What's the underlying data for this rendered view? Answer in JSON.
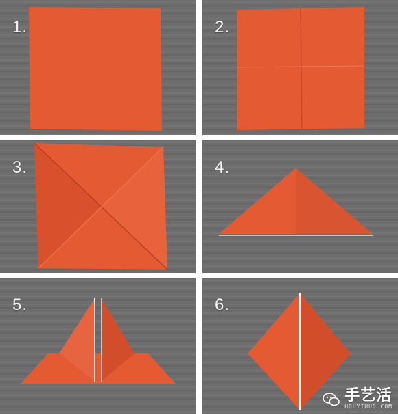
{
  "steps": [
    {
      "number": "1.",
      "description": "flat-square"
    },
    {
      "number": "2.",
      "description": "folded-in-half-both-ways"
    },
    {
      "number": "3.",
      "description": "diagonal-creases"
    },
    {
      "number": "4.",
      "description": "triangle-base"
    },
    {
      "number": "5.",
      "description": "side-corners-folded-up"
    },
    {
      "number": "6.",
      "description": "diamond"
    }
  ],
  "watermark": {
    "text": "手艺活",
    "sub": "HOUYIHUO.COM",
    "icon": "wechat-icon"
  },
  "colors": {
    "paper": "#e35a33",
    "paper_shade": "#cc4a27",
    "paper_light": "#f07350",
    "background": "#6f6f6f"
  }
}
